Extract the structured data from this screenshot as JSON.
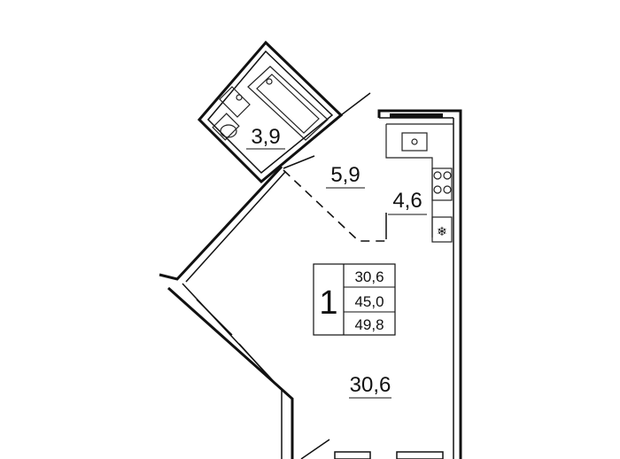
{
  "rooms": {
    "bathroom": {
      "area": "3,9"
    },
    "hallway": {
      "area": "5,9"
    },
    "kitchen": {
      "area": "4,6"
    },
    "living": {
      "area": "30,6"
    }
  },
  "legend": {
    "rooms_count": "1",
    "living_area": "30,6",
    "total_area_excl": "45,0",
    "total_area": "49,8"
  }
}
